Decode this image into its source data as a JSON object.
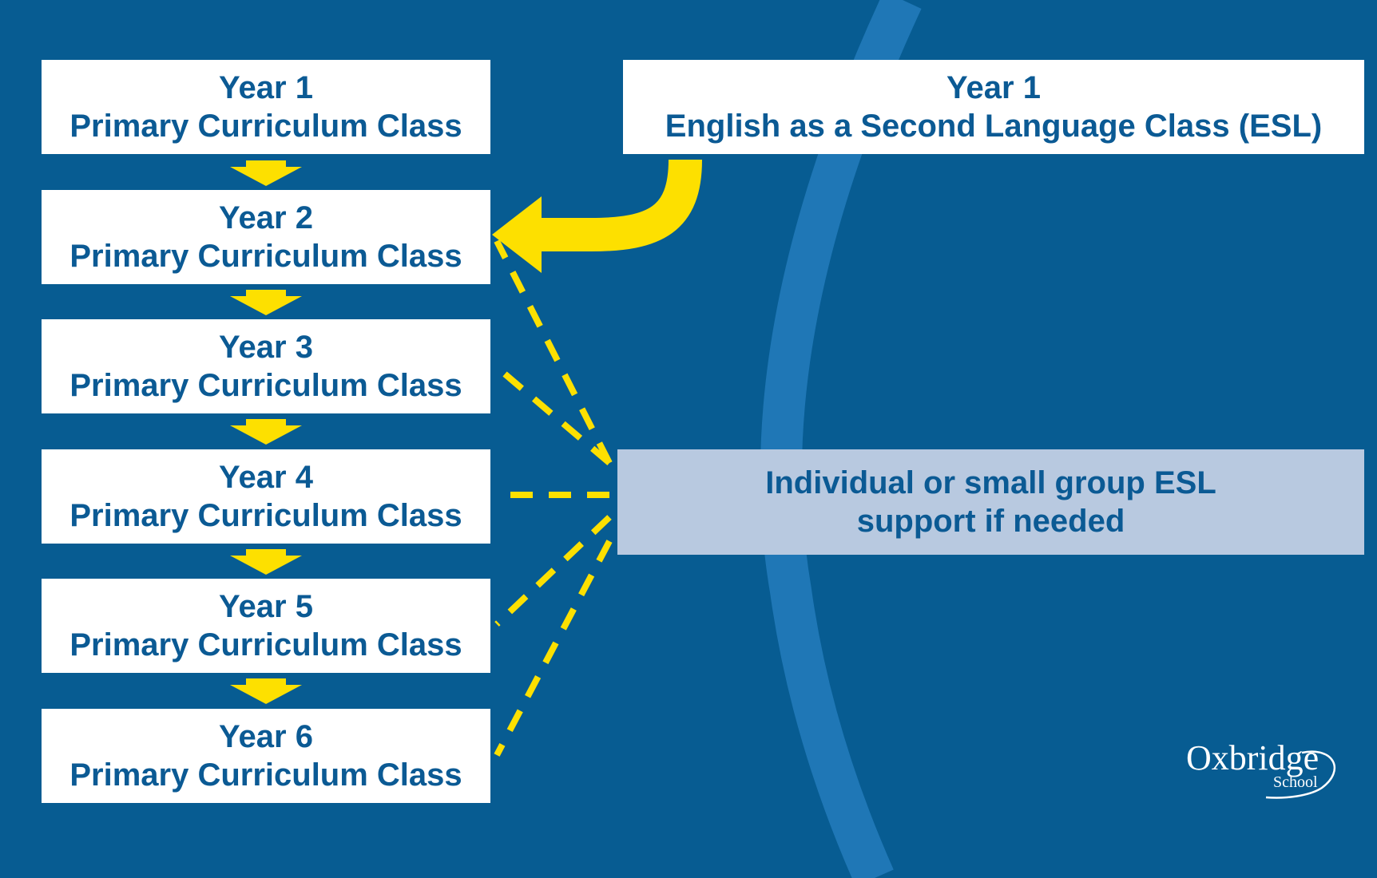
{
  "diagram": {
    "year_classes": [
      {
        "year": "Year 1",
        "label": "Primary Curriculum Class"
      },
      {
        "year": "Year 2",
        "label": "Primary Curriculum Class"
      },
      {
        "year": "Year 3",
        "label": "Primary Curriculum Class"
      },
      {
        "year": "Year 4",
        "label": "Primary Curriculum Class"
      },
      {
        "year": "Year 5",
        "label": "Primary Curriculum Class"
      },
      {
        "year": "Year 6",
        "label": "Primary Curriculum Class"
      }
    ],
    "esl_class": {
      "year": "Year 1",
      "label": "English as a Second Language Class (ESL)"
    },
    "support": {
      "line1": "Individual or small group ESL",
      "line2": "support if needed"
    }
  },
  "logo": {
    "name": "Oxbridge",
    "subtitle": "School"
  },
  "colors": {
    "background": "#075c92",
    "arc": "#1f77b6",
    "arrow_yellow": "#fde000",
    "box_white": "#ffffff",
    "box_support": "#b8c9e0",
    "text_blue": "#0b5a94"
  }
}
